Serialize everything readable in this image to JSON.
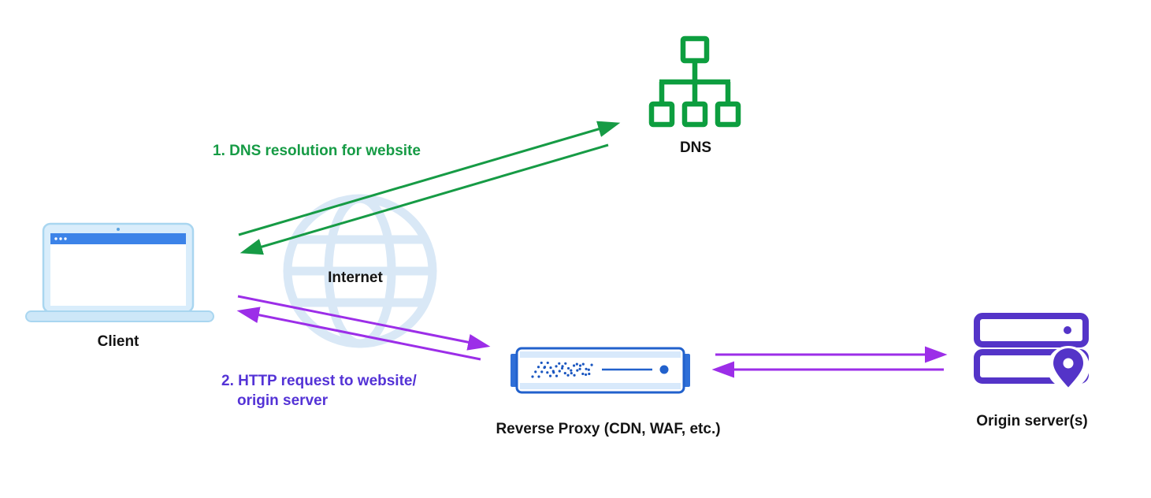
{
  "diagram": {
    "nodes": {
      "client": {
        "label": "Client"
      },
      "internet": {
        "label": "Internet"
      },
      "dns": {
        "label": "DNS"
      },
      "reverse_proxy": {
        "label": "Reverse Proxy (CDN, WAF, etc.)"
      },
      "origin": {
        "label": "Origin server(s)"
      }
    },
    "flows": {
      "step1": {
        "label": "1. DNS resolution for website"
      },
      "step2": {
        "label_line1": "2. HTTP request to website/",
        "label_line2": "origin server"
      }
    },
    "colors": {
      "green_arrow_and_text": "#169b45",
      "dns_icon_green": "#0d9e3f",
      "purple_arrow": "#9c2ee8",
      "purple_step_text": "#5433d6",
      "origin_icon_purple": "#5434c8",
      "proxy_icon_blue": "#2261cc",
      "laptop_bar_blue": "#3c83e8",
      "laptop_body_blue": "#d9edfb",
      "globe_watermark_blue": "#d9e8f6",
      "label_text": "#141414",
      "background": "#ffffff"
    }
  }
}
